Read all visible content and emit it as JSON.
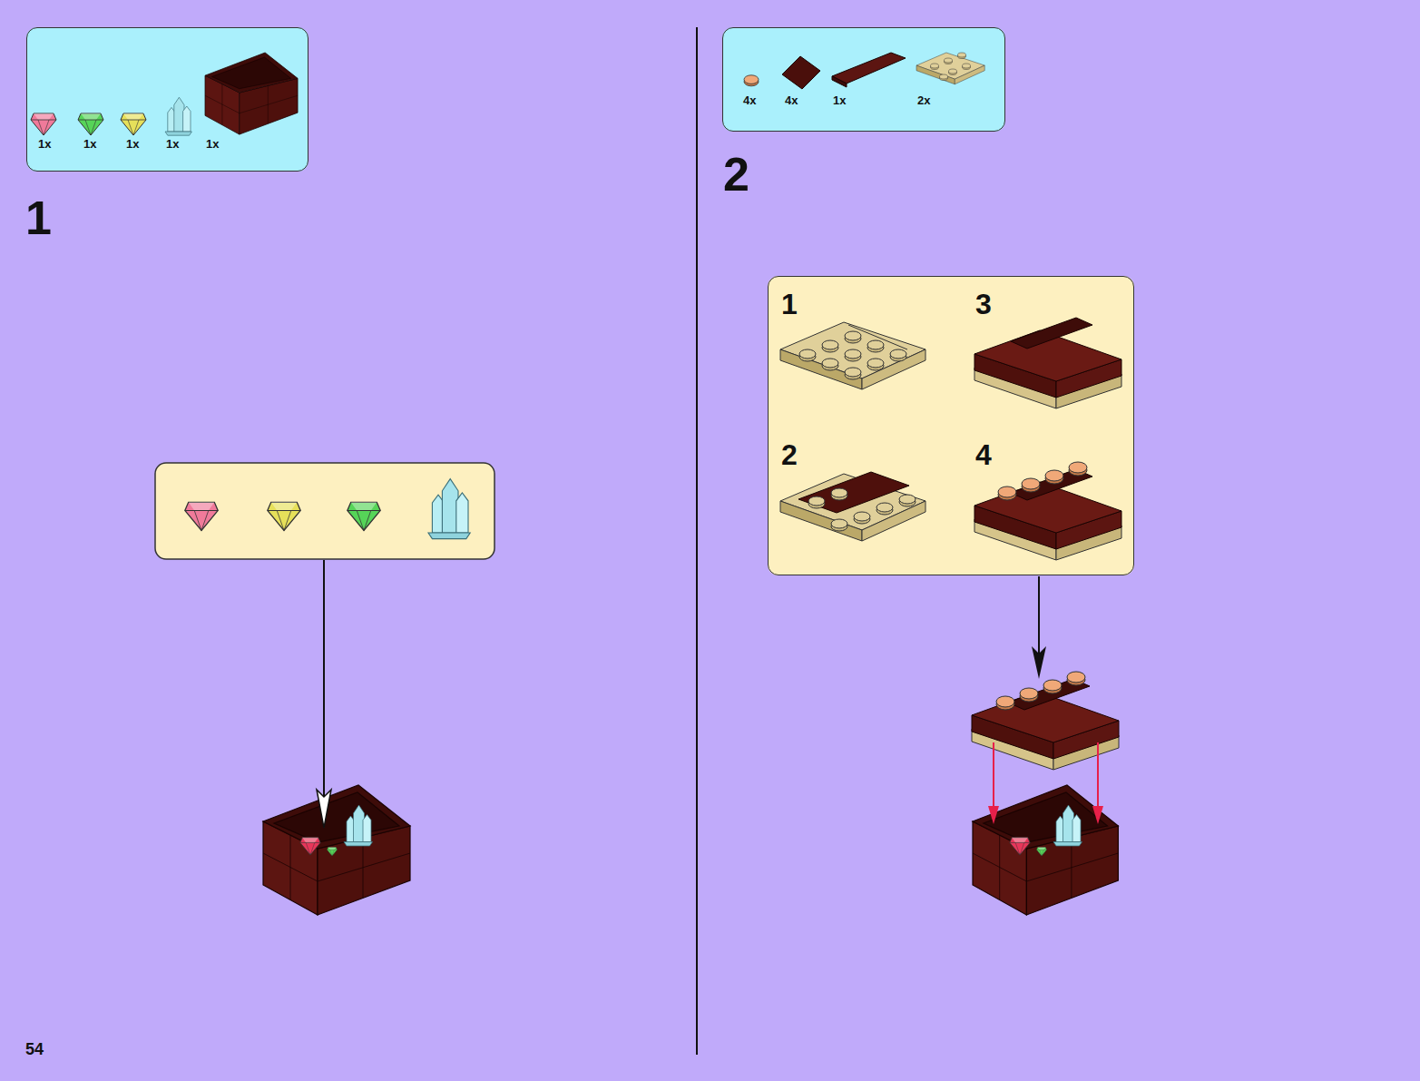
{
  "diagram": {
    "nodes": [
      {
        "text": [
          "1x",
          "1x",
          "1x",
          "1x",
          "1x"
        ]
      },
      {
        "text": [
          "4x",
          "4x",
          "1x",
          "2x"
        ]
      },
      {
        "text": [
          "1",
          "2",
          "3",
          "4"
        ]
      }
    ],
    "labels": [
      "1",
      "2",
      "54"
    ]
  }
}
